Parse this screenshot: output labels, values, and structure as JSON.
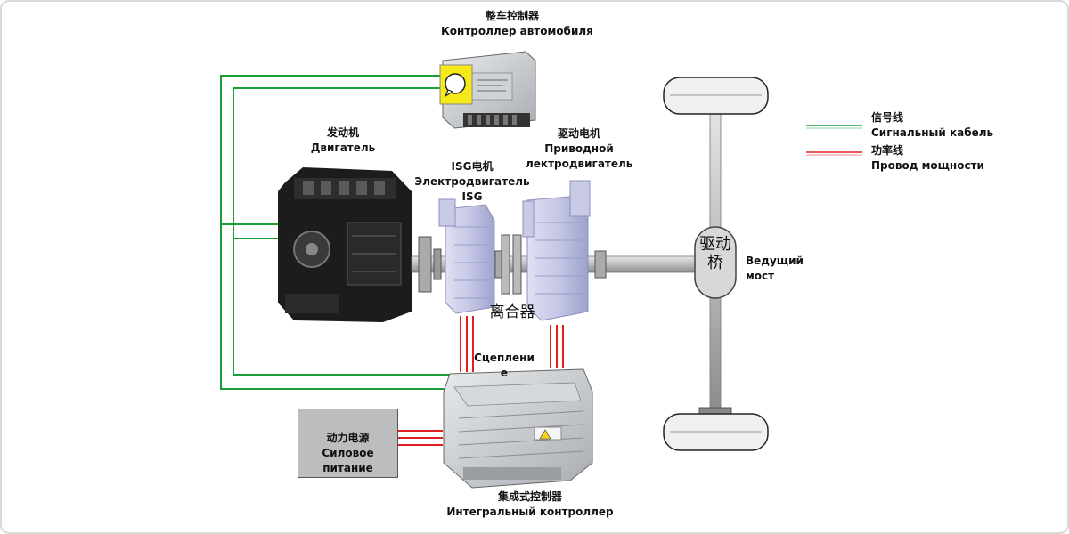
{
  "vehicle_controller": {
    "label_zh": "整车控制器",
    "label_ru": "Контроллер автомобиля"
  },
  "engine": {
    "label_zh": "发动机",
    "label_ru": "Двигатель"
  },
  "isg_motor": {
    "label_zh": "ISG电机",
    "label_ru_1": "Электродвигатель",
    "label_ru_2": "ISG"
  },
  "drive_motor": {
    "label_zh": "驱动电机",
    "label_ru_1": "Приводной",
    "label_ru_2": "лектродвигатель"
  },
  "clutch": {
    "label_zh": "离合器",
    "label_ru_1": "Сцеплени",
    "label_ru_2": "е"
  },
  "drive_axle": {
    "label_zh_1": "驱动",
    "label_zh_2": "桥",
    "label_ru_1": "Ведущий",
    "label_ru_2": "мост"
  },
  "power_supply": {
    "label_zh": "动力电源",
    "label_ru_1": "Силовое",
    "label_ru_2": "питание"
  },
  "integrated_controller": {
    "label_zh": "集成式控制器",
    "label_ru": "Интегральный контроллер"
  },
  "legend": {
    "signal_zh": "信号线",
    "signal_ru": "Сигнальный кабель",
    "power_zh": "功率线",
    "power_ru": "Провод мощности"
  },
  "colors": {
    "signal_line": "#1a9e3a",
    "power_line": "#e02020",
    "motor_fill": "#c9cbe6",
    "wheel_fill": "#f0f0f0",
    "box_fill": "#bdbdbd"
  }
}
